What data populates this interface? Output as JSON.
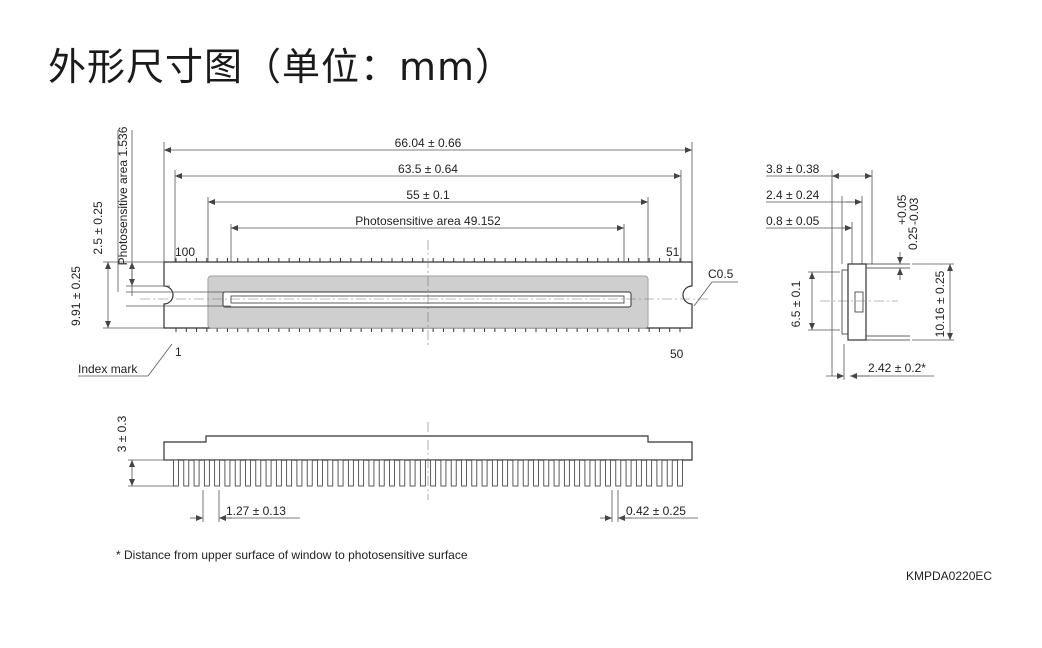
{
  "title": "外形尺寸图（单位：mm）",
  "top_view": {
    "dim_overall": "66.04 ± 0.66",
    "dim_pins": "63.5 ± 0.64",
    "dim_window": "55 ± 0.1",
    "dim_photo": "Photosensitive area 49.152",
    "dim_photo_height": "Photosensitive area 1.536",
    "dim_offset": "2.5 ± 0.25",
    "dim_height": "9.91 ± 0.25",
    "pin_100": "100",
    "pin_51": "51",
    "pin_1": "1",
    "pin_50": "50",
    "chamfer": "C0.5",
    "index_mark": "Index mark"
  },
  "side_view": {
    "dim_38": "3.8 ± 0.38",
    "dim_24": "2.4 ± 0.24",
    "dim_08": "0.8 ± 0.05",
    "dim_025": "0.25",
    "dim_025_plus": "+0.05",
    "dim_025_minus": "-0.03",
    "dim_65": "6.5 ± 0.1",
    "dim_1016": "10.16 ± 0.25",
    "dim_242": "2.42 ± 0.2*"
  },
  "front_view": {
    "dim_3": "3 ± 0.3",
    "dim_pitch": "1.27 ± 0.13",
    "dim_pinwidth": "0.42 ± 0.25"
  },
  "footnote": "* Distance from upper surface of window to photosensitive surface",
  "drawing_code": "KMPDA0220EC"
}
